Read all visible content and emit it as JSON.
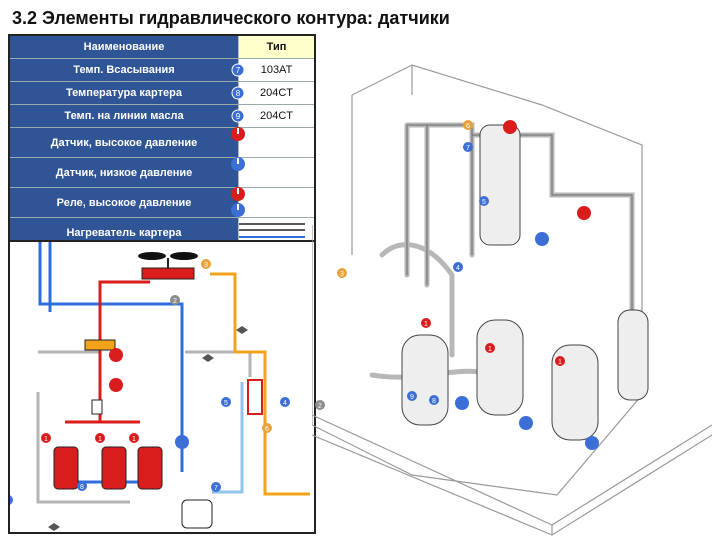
{
  "title": "3.2 Элементы гидравлического контура: датчики",
  "table": {
    "header": {
      "name": "Наименование",
      "type": "Тип"
    },
    "rows": [
      {
        "name": "Темп. Всасывания",
        "marker": "7",
        "type": "103AT"
      },
      {
        "name": "Температура картера",
        "marker": "8",
        "type": "204CT"
      },
      {
        "name": "Темп. на линии масла",
        "marker": "9",
        "type": "204CT"
      },
      {
        "name": "Датчик, высокое давление",
        "marker": "",
        "type": ""
      },
      {
        "name": "Датчик, низкое давление",
        "marker": "",
        "type": ""
      },
      {
        "name": "Реле, высокое давление",
        "marker": "",
        "type": ""
      },
      {
        "name": "Нагреватель картера",
        "marker": "",
        "type": ""
      }
    ]
  },
  "schematic_markers": {
    "m1": "1",
    "m2": "2",
    "m3": "3",
    "m4": "4",
    "m5": "5",
    "m6": "6",
    "m7": "7",
    "m8": "8",
    "m9": "9"
  },
  "colors": {
    "header_blue": "#2f5597",
    "marker_blue": "#3b6fd6",
    "marker_red": "#d91c1c",
    "marker_orange": "#e9a23b",
    "marker_gray": "#8c8c8c",
    "pipe_red": "#d91c1c",
    "pipe_orange": "#f2a31b",
    "pipe_blue": "#2f6fdc",
    "pipe_lightblue": "#8fc6f0",
    "pipe_gray": "#b3b3b3"
  }
}
